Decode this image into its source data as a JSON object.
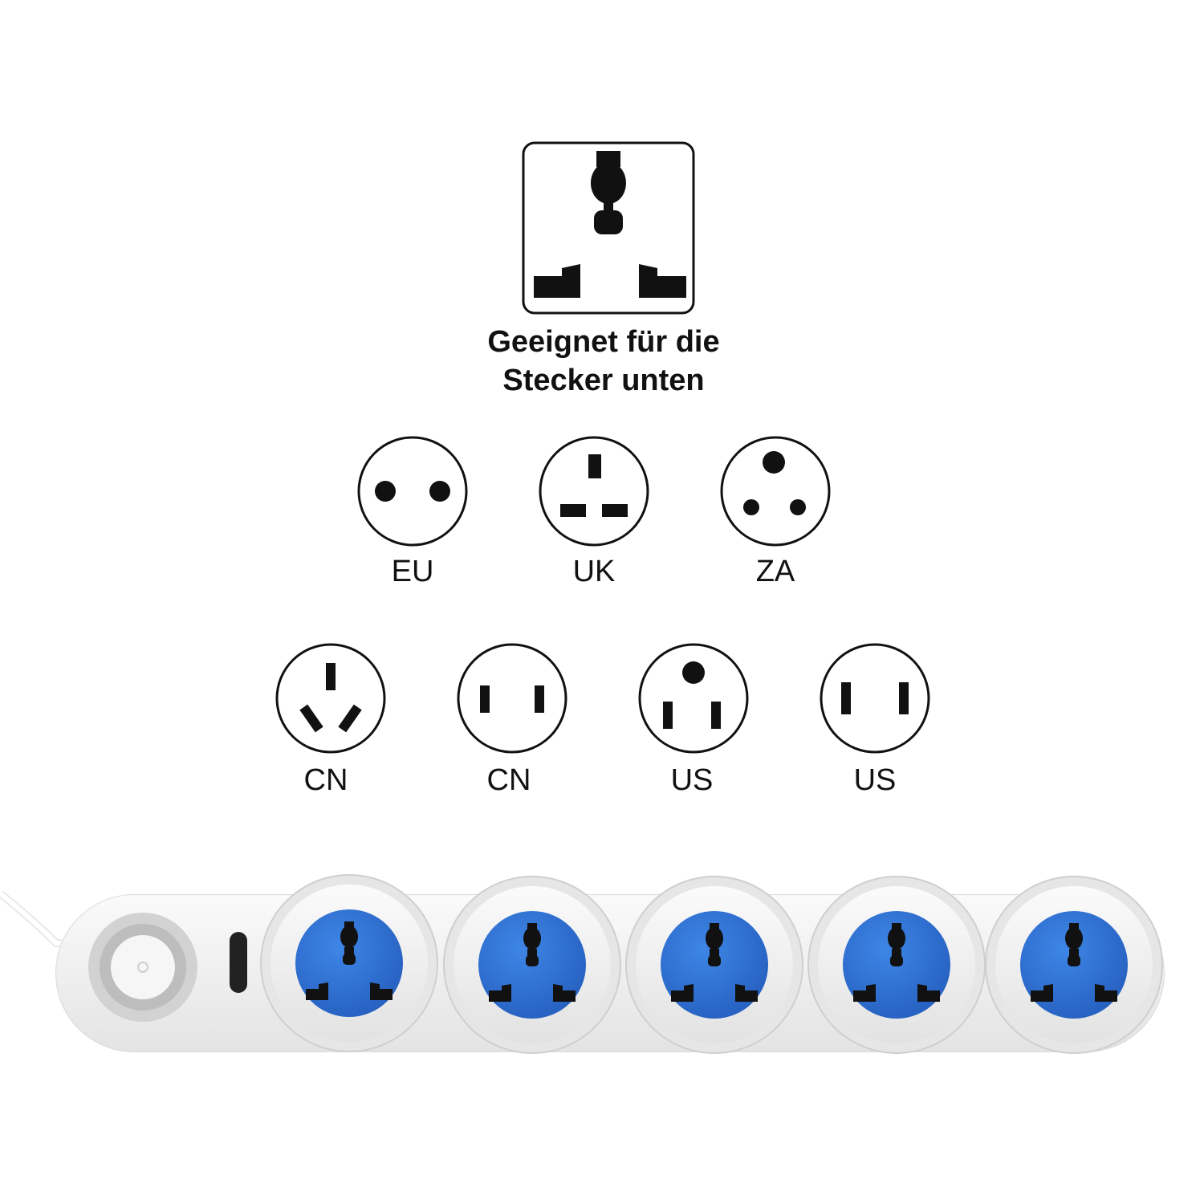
{
  "caption": {
    "line1": "Geeignet für die",
    "line2": "Stecker unten"
  },
  "universal_socket_icon": "universal-socket-icon",
  "plug_types": [
    {
      "label": "EU",
      "icon": "eu-plug-icon"
    },
    {
      "label": "UK",
      "icon": "uk-plug-icon"
    },
    {
      "label": "ZA",
      "icon": "za-plug-icon"
    },
    {
      "label": "CN",
      "icon": "cn-3pin-plug-icon"
    },
    {
      "label": "CN",
      "icon": "cn-2pin-plug-icon"
    },
    {
      "label": "US",
      "icon": "us-3pin-plug-icon"
    },
    {
      "label": "US",
      "icon": "us-2pin-plug-icon"
    }
  ],
  "power_strip": {
    "outlet_count": 5,
    "outlet_color": "#2f6fd0",
    "body_color": "#f4f4f4"
  }
}
